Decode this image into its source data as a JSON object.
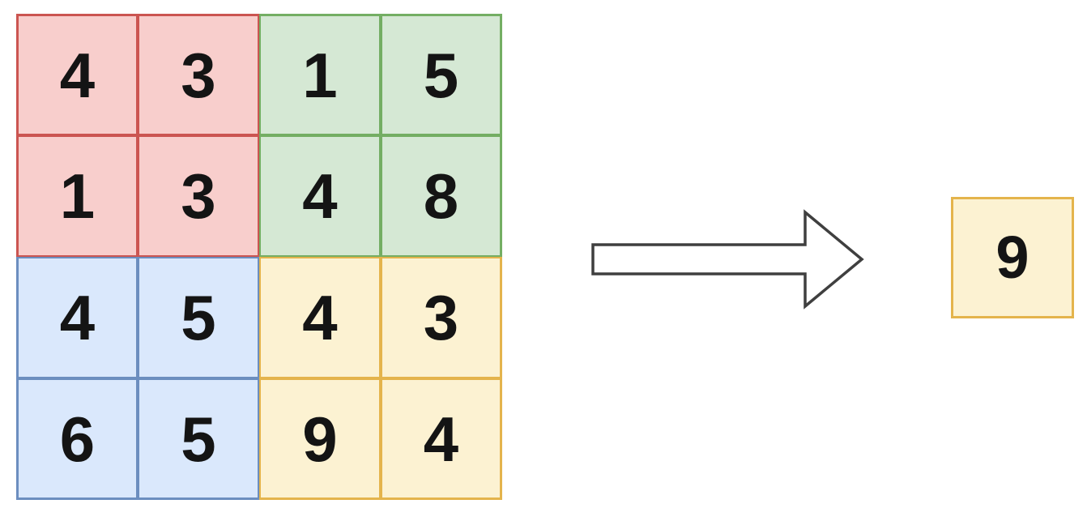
{
  "matrix": {
    "rows": 4,
    "cols": 4,
    "cells": [
      {
        "value": "4",
        "group": "red"
      },
      {
        "value": "3",
        "group": "red"
      },
      {
        "value": "1",
        "group": "green"
      },
      {
        "value": "5",
        "group": "green"
      },
      {
        "value": "1",
        "group": "red"
      },
      {
        "value": "3",
        "group": "red"
      },
      {
        "value": "4",
        "group": "green"
      },
      {
        "value": "8",
        "group": "green"
      },
      {
        "value": "4",
        "group": "blue"
      },
      {
        "value": "5",
        "group": "blue"
      },
      {
        "value": "4",
        "group": "yellow"
      },
      {
        "value": "3",
        "group": "yellow"
      },
      {
        "value": "6",
        "group": "blue"
      },
      {
        "value": "5",
        "group": "blue"
      },
      {
        "value": "9",
        "group": "yellow"
      },
      {
        "value": "4",
        "group": "yellow"
      }
    ]
  },
  "arrow": {
    "icon": "right-arrow",
    "direction": "right"
  },
  "output": {
    "value": "9",
    "group": "yellow"
  },
  "colors": {
    "fills": {
      "red": "#f8cecc",
      "green": "#d5e8d4",
      "blue": "#dae8fc",
      "yellow": "#fcf2d2"
    },
    "strokes": {
      "red": "#cb5551",
      "green": "#74ae63",
      "blue": "#6c8ebf",
      "yellow": "#e4b44c"
    },
    "arrow_stroke": "#3f3f3f",
    "arrow_fill": "#ffffff",
    "background": "#ffffff",
    "text": "#141414"
  }
}
